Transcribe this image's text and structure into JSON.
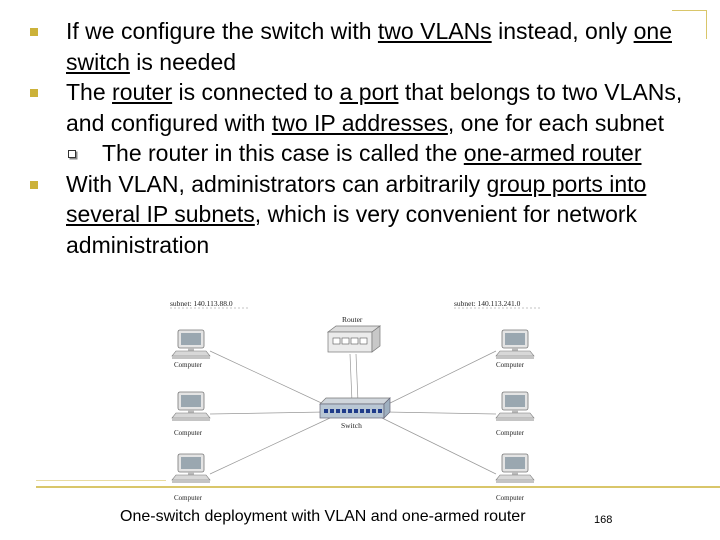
{
  "bullets": [
    {
      "segments": [
        {
          "text": "If we configure the switch with ",
          "u": false
        },
        {
          "text": "two VLANs",
          "u": true
        },
        {
          "text": " instead, only ",
          "u": false
        },
        {
          "text": "one switch",
          "u": true
        },
        {
          "text": " is needed",
          "u": false
        }
      ]
    },
    {
      "segments": [
        {
          "text": "The ",
          "u": false
        },
        {
          "text": "router",
          "u": true
        },
        {
          "text": " is connected to ",
          "u": false
        },
        {
          "text": "a port",
          "u": true
        },
        {
          "text": " that belongs to two VLANs, and configured with ",
          "u": false
        },
        {
          "text": "two IP addresses",
          "u": true
        },
        {
          "text": ", one for each subnet",
          "u": false
        }
      ],
      "sub": [
        {
          "segments": [
            {
              "text": "The router in this case is called the ",
              "u": false
            },
            {
              "text": "one-armed router",
              "u": true
            }
          ]
        }
      ]
    },
    {
      "segments": [
        {
          "text": "With VLAN, administrators can arbitrarily ",
          "u": false
        },
        {
          "text": "group ports into several IP subnets",
          "u": true
        },
        {
          "text": ", which is very convenient for network administration",
          "u": false
        }
      ]
    }
  ],
  "figure": {
    "subnet_left": "subnet: 140.113.88.0",
    "subnet_right": "subnet: 140.113.241.0",
    "router_label": "Router",
    "switch_label": "Switch",
    "computer_label": "Computer"
  },
  "caption": "One-switch deployment with VLAN and one-armed router",
  "page_number": "168",
  "colors": {
    "bullet": "#ccb23a",
    "deco_line": "#d9c66a"
  }
}
